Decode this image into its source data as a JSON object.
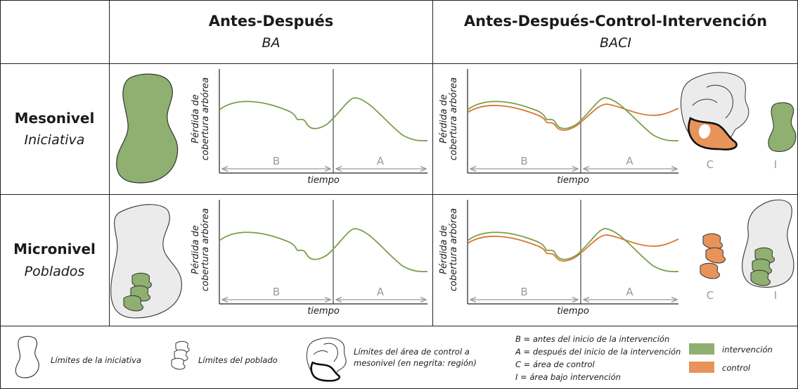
{
  "header": {
    "ba_title": "Antes-Después",
    "ba_subtitle": "BA",
    "baci_title": "Antes-Después-Control-Intervención",
    "baci_subtitle": "BACI"
  },
  "rows": [
    {
      "level": "Mesonivel",
      "name": "Iniciativa"
    },
    {
      "level": "Micronivel",
      "name": "Poblados"
    }
  ],
  "chart": {
    "ylabel_line1": "Pérdida de",
    "ylabel_line2": "cobertura arbórea",
    "xlabel": "tiempo",
    "before_label": "B",
    "after_label": "A"
  },
  "baci_letters": {
    "control": "C",
    "intervention": "I"
  },
  "legend": {
    "initiative_bounds": "Límites de la iniciativa",
    "village_bounds": "Límites del poblado",
    "control_area_line1": "Límites del área de control a",
    "control_area_line2": "mesonivel (en negrita: región)",
    "definitions": [
      "B = antes del inicio de la intervención",
      "A = después del inicio de la intervención",
      "C = área de control",
      "I  = área bajo intervención"
    ],
    "intervention": "intervención",
    "control": "control"
  },
  "colors": {
    "intervention": "#8fb070",
    "intervention_line": "#7a9e4a",
    "control": "#e8935a",
    "control_line": "#d9772f",
    "region_fill": "#ebebeb",
    "axis_grey": "#9a9a9a"
  }
}
